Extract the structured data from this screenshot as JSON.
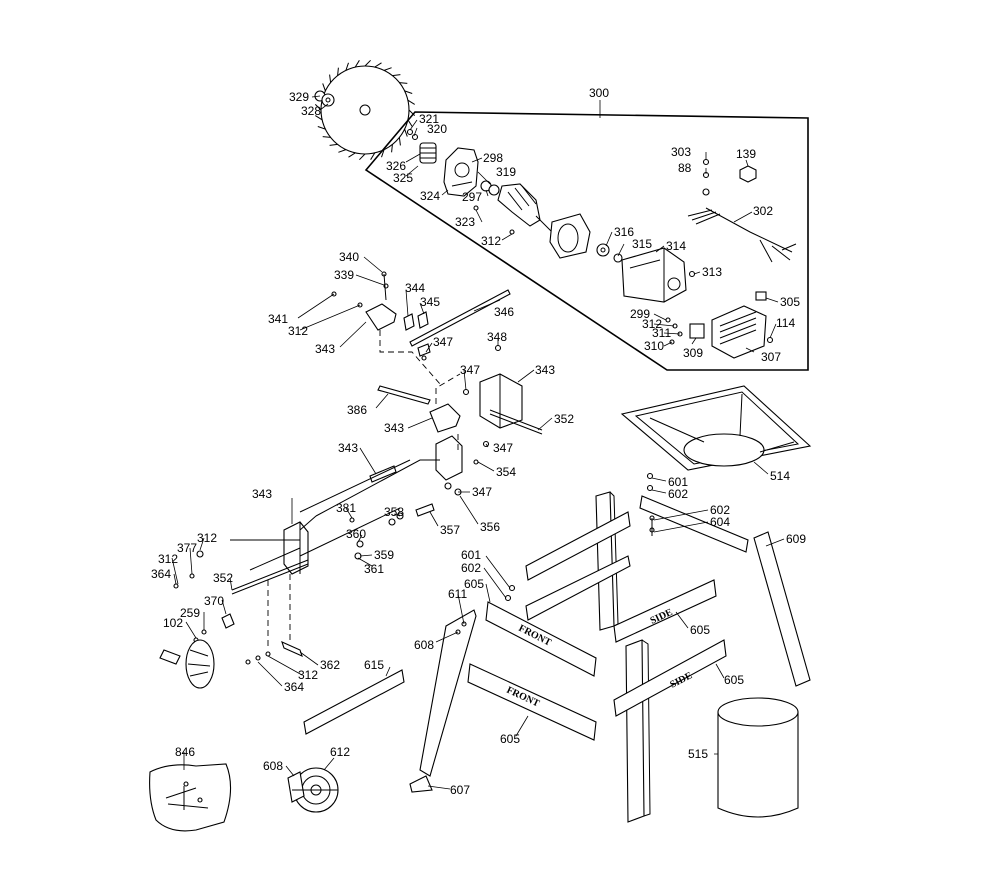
{
  "callouts": [
    {
      "id": "329",
      "text": "329"
    },
    {
      "id": "328",
      "text": "328"
    },
    {
      "id": "300",
      "text": "300"
    },
    {
      "id": "321",
      "text": "321"
    },
    {
      "id": "320",
      "text": "320"
    },
    {
      "id": "326",
      "text": "326"
    },
    {
      "id": "325",
      "text": "325"
    },
    {
      "id": "298",
      "text": "298"
    },
    {
      "id": "319",
      "text": "319"
    },
    {
      "id": "297",
      "text": "297"
    },
    {
      "id": "324",
      "text": "324"
    },
    {
      "id": "323",
      "text": "323"
    },
    {
      "id": "312a",
      "text": "312"
    },
    {
      "id": "316",
      "text": "316"
    },
    {
      "id": "315",
      "text": "315"
    },
    {
      "id": "314",
      "text": "314"
    },
    {
      "id": "313",
      "text": "313"
    },
    {
      "id": "303",
      "text": "303"
    },
    {
      "id": "88",
      "text": "88"
    },
    {
      "id": "139",
      "text": "139"
    },
    {
      "id": "302",
      "text": "302"
    },
    {
      "id": "305",
      "text": "305"
    },
    {
      "id": "114",
      "text": "114"
    },
    {
      "id": "299",
      "text": "299"
    },
    {
      "id": "312b",
      "text": "312"
    },
    {
      "id": "311",
      "text": "311"
    },
    {
      "id": "310",
      "text": "310"
    },
    {
      "id": "309",
      "text": "309"
    },
    {
      "id": "307",
      "text": "307"
    },
    {
      "id": "340",
      "text": "340"
    },
    {
      "id": "339",
      "text": "339"
    },
    {
      "id": "341",
      "text": "341"
    },
    {
      "id": "312c",
      "text": "312"
    },
    {
      "id": "343a",
      "text": "343"
    },
    {
      "id": "344",
      "text": "344"
    },
    {
      "id": "345",
      "text": "345"
    },
    {
      "id": "346",
      "text": "346"
    },
    {
      "id": "347a",
      "text": "347"
    },
    {
      "id": "348",
      "text": "348"
    },
    {
      "id": "347b",
      "text": "347"
    },
    {
      "id": "343b",
      "text": "343"
    },
    {
      "id": "386",
      "text": "386"
    },
    {
      "id": "343c",
      "text": "343"
    },
    {
      "id": "352a",
      "text": "352"
    },
    {
      "id": "347c",
      "text": "347"
    },
    {
      "id": "343d",
      "text": "343"
    },
    {
      "id": "354",
      "text": "354"
    },
    {
      "id": "347d",
      "text": "347"
    },
    {
      "id": "343e",
      "text": "343"
    },
    {
      "id": "381",
      "text": "381"
    },
    {
      "id": "358",
      "text": "358"
    },
    {
      "id": "357",
      "text": "357"
    },
    {
      "id": "356",
      "text": "356"
    },
    {
      "id": "360",
      "text": "360"
    },
    {
      "id": "359",
      "text": "359"
    },
    {
      "id": "361",
      "text": "361"
    },
    {
      "id": "312d",
      "text": "312"
    },
    {
      "id": "377",
      "text": "377"
    },
    {
      "id": "312e",
      "text": "312"
    },
    {
      "id": "364a",
      "text": "364"
    },
    {
      "id": "352b",
      "text": "352"
    },
    {
      "id": "370",
      "text": "370"
    },
    {
      "id": "259",
      "text": "259"
    },
    {
      "id": "102",
      "text": "102"
    },
    {
      "id": "362",
      "text": "362"
    },
    {
      "id": "312f",
      "text": "312"
    },
    {
      "id": "364b",
      "text": "364"
    },
    {
      "id": "514",
      "text": "514"
    },
    {
      "id": "601a",
      "text": "601"
    },
    {
      "id": "602a",
      "text": "602"
    },
    {
      "id": "602b",
      "text": "602"
    },
    {
      "id": "604",
      "text": "604"
    },
    {
      "id": "609",
      "text": "609"
    },
    {
      "id": "601b",
      "text": "601"
    },
    {
      "id": "602c",
      "text": "602"
    },
    {
      "id": "605a",
      "text": "605"
    },
    {
      "id": "611",
      "text": "611"
    },
    {
      "id": "608a",
      "text": "608"
    },
    {
      "id": "605b",
      "text": "605"
    },
    {
      "id": "605c",
      "text": "605"
    },
    {
      "id": "615",
      "text": "615"
    },
    {
      "id": "605d",
      "text": "605"
    },
    {
      "id": "515",
      "text": "515"
    },
    {
      "id": "846",
      "text": "846"
    },
    {
      "id": "608b",
      "text": "608"
    },
    {
      "id": "612",
      "text": "612"
    },
    {
      "id": "607",
      "text": "607"
    }
  ],
  "stamps": {
    "front_upper": "FRONT",
    "front_lower": "FRONT",
    "side_upper": "SIDE",
    "side_lower": "SIDE"
  }
}
